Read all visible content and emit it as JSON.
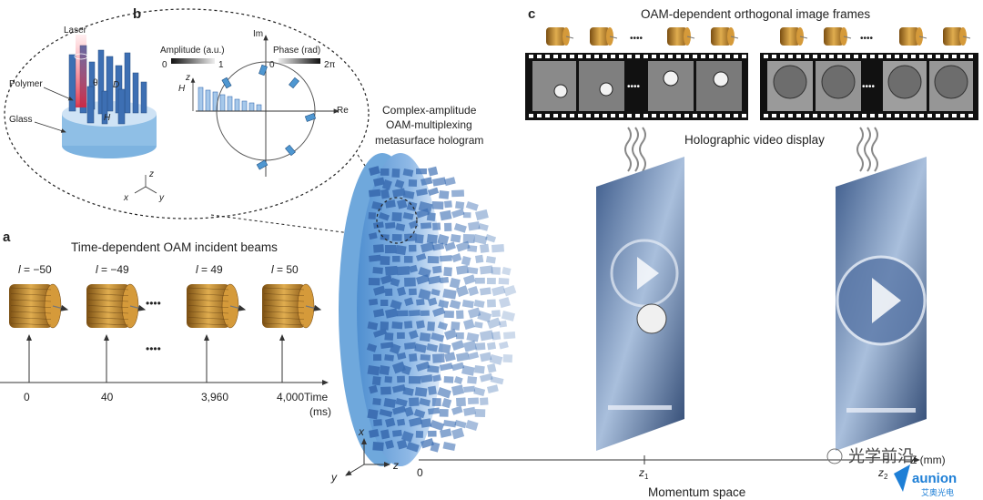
{
  "panel_labels": {
    "a": "a",
    "b": "b",
    "c": "c"
  },
  "panel_a": {
    "title": "Time-dependent OAM incident beams",
    "beams": [
      {
        "label": "l = −50",
        "l_var": "l",
        "l_val": " = −50",
        "time": "0"
      },
      {
        "label": "l = −49",
        "l_var": "l",
        "l_val": " = −49",
        "time": "40"
      },
      {
        "label": "l = 49",
        "l_var": "l",
        "l_val": " = 49",
        "time": "3,960"
      },
      {
        "label": "l = 50",
        "l_var": "l",
        "l_val": " = 50",
        "time": "4,000"
      }
    ],
    "ellipsis": "••••",
    "axis_label": "Time",
    "axis_unit": "(ms)"
  },
  "panel_b": {
    "laser": "Laser",
    "polymer": "Polymer",
    "glass": "Glass",
    "theta": "θ",
    "H": "H",
    "D": "D",
    "amplitude_label": "Amplitude (a.u.)",
    "amp_min": "0",
    "amp_max": "1",
    "phase_label": "Phase (rad)",
    "phase_min": "0",
    "phase_max": "2π",
    "axis_im": "Im",
    "axis_re": "Re",
    "axis_z": "z",
    "axis_x": "x",
    "axis_y": "y",
    "H_axis": "H",
    "z_small": "z"
  },
  "hologram": {
    "line1": "Complex-amplitude",
    "line2": "OAM-multiplexing",
    "line3": "metasurface hologram"
  },
  "panel_c": {
    "frames_title": "OAM-dependent orthogonal image frames",
    "display_title": "Holographic video display",
    "dots": "••••",
    "z0": "0",
    "z1": "z",
    "z1_sub": "1",
    "z2": "z",
    "z2_sub": "2",
    "z_unit": "Z (mm)",
    "momentum": "Momentum space"
  },
  "axes_bottom": {
    "x": "x",
    "y": "y",
    "z": "z"
  },
  "watermark": {
    "cn": "光学前沿",
    "brand": "aunion",
    "brand_sub": "艾奥光电"
  },
  "colors": {
    "metasurface": "#6fa8dc",
    "pillar": "#3d6fb3",
    "beam": "#b9802a",
    "laser": "#d9233a"
  }
}
